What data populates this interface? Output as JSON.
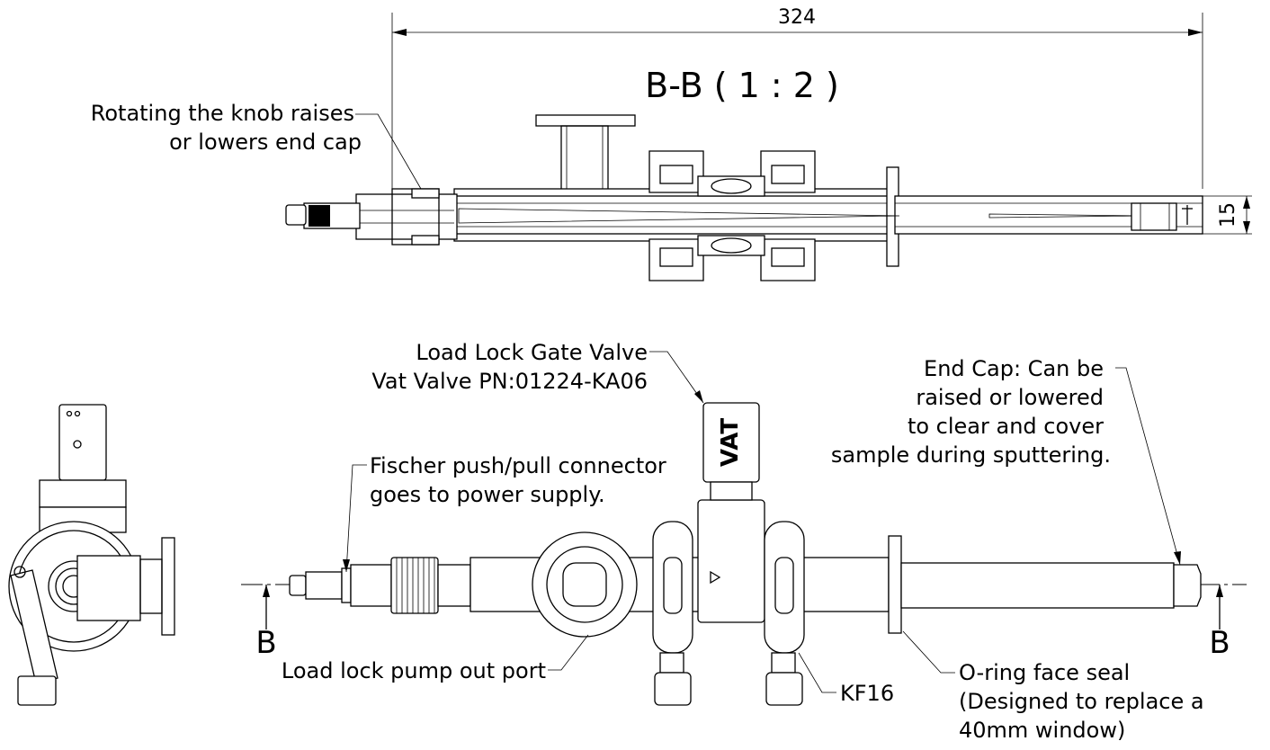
{
  "dimensions": {
    "length": "324",
    "height": "15"
  },
  "section_title": "B-B ( 1 : 2 )",
  "callouts": {
    "knob": [
      "Rotating the knob raises",
      "or lowers end cap"
    ],
    "gate_valve": [
      "Load Lock Gate Valve",
      "Vat Valve PN:01224-KA06"
    ],
    "end_cap": [
      "End Cap: Can be",
      "raised or lowered",
      "to clear and cover",
      "sample during sputtering."
    ],
    "fischer": [
      "Fischer push/pull connector",
      "goes to power supply."
    ],
    "pump_port": "Load lock pump out port",
    "kf16": "KF16",
    "oring": [
      "O-ring face seal",
      "(Designed to replace a",
      "40mm window)"
    ]
  },
  "section_markers": {
    "left": "B",
    "right": "B"
  },
  "valve_logo": "VAT"
}
